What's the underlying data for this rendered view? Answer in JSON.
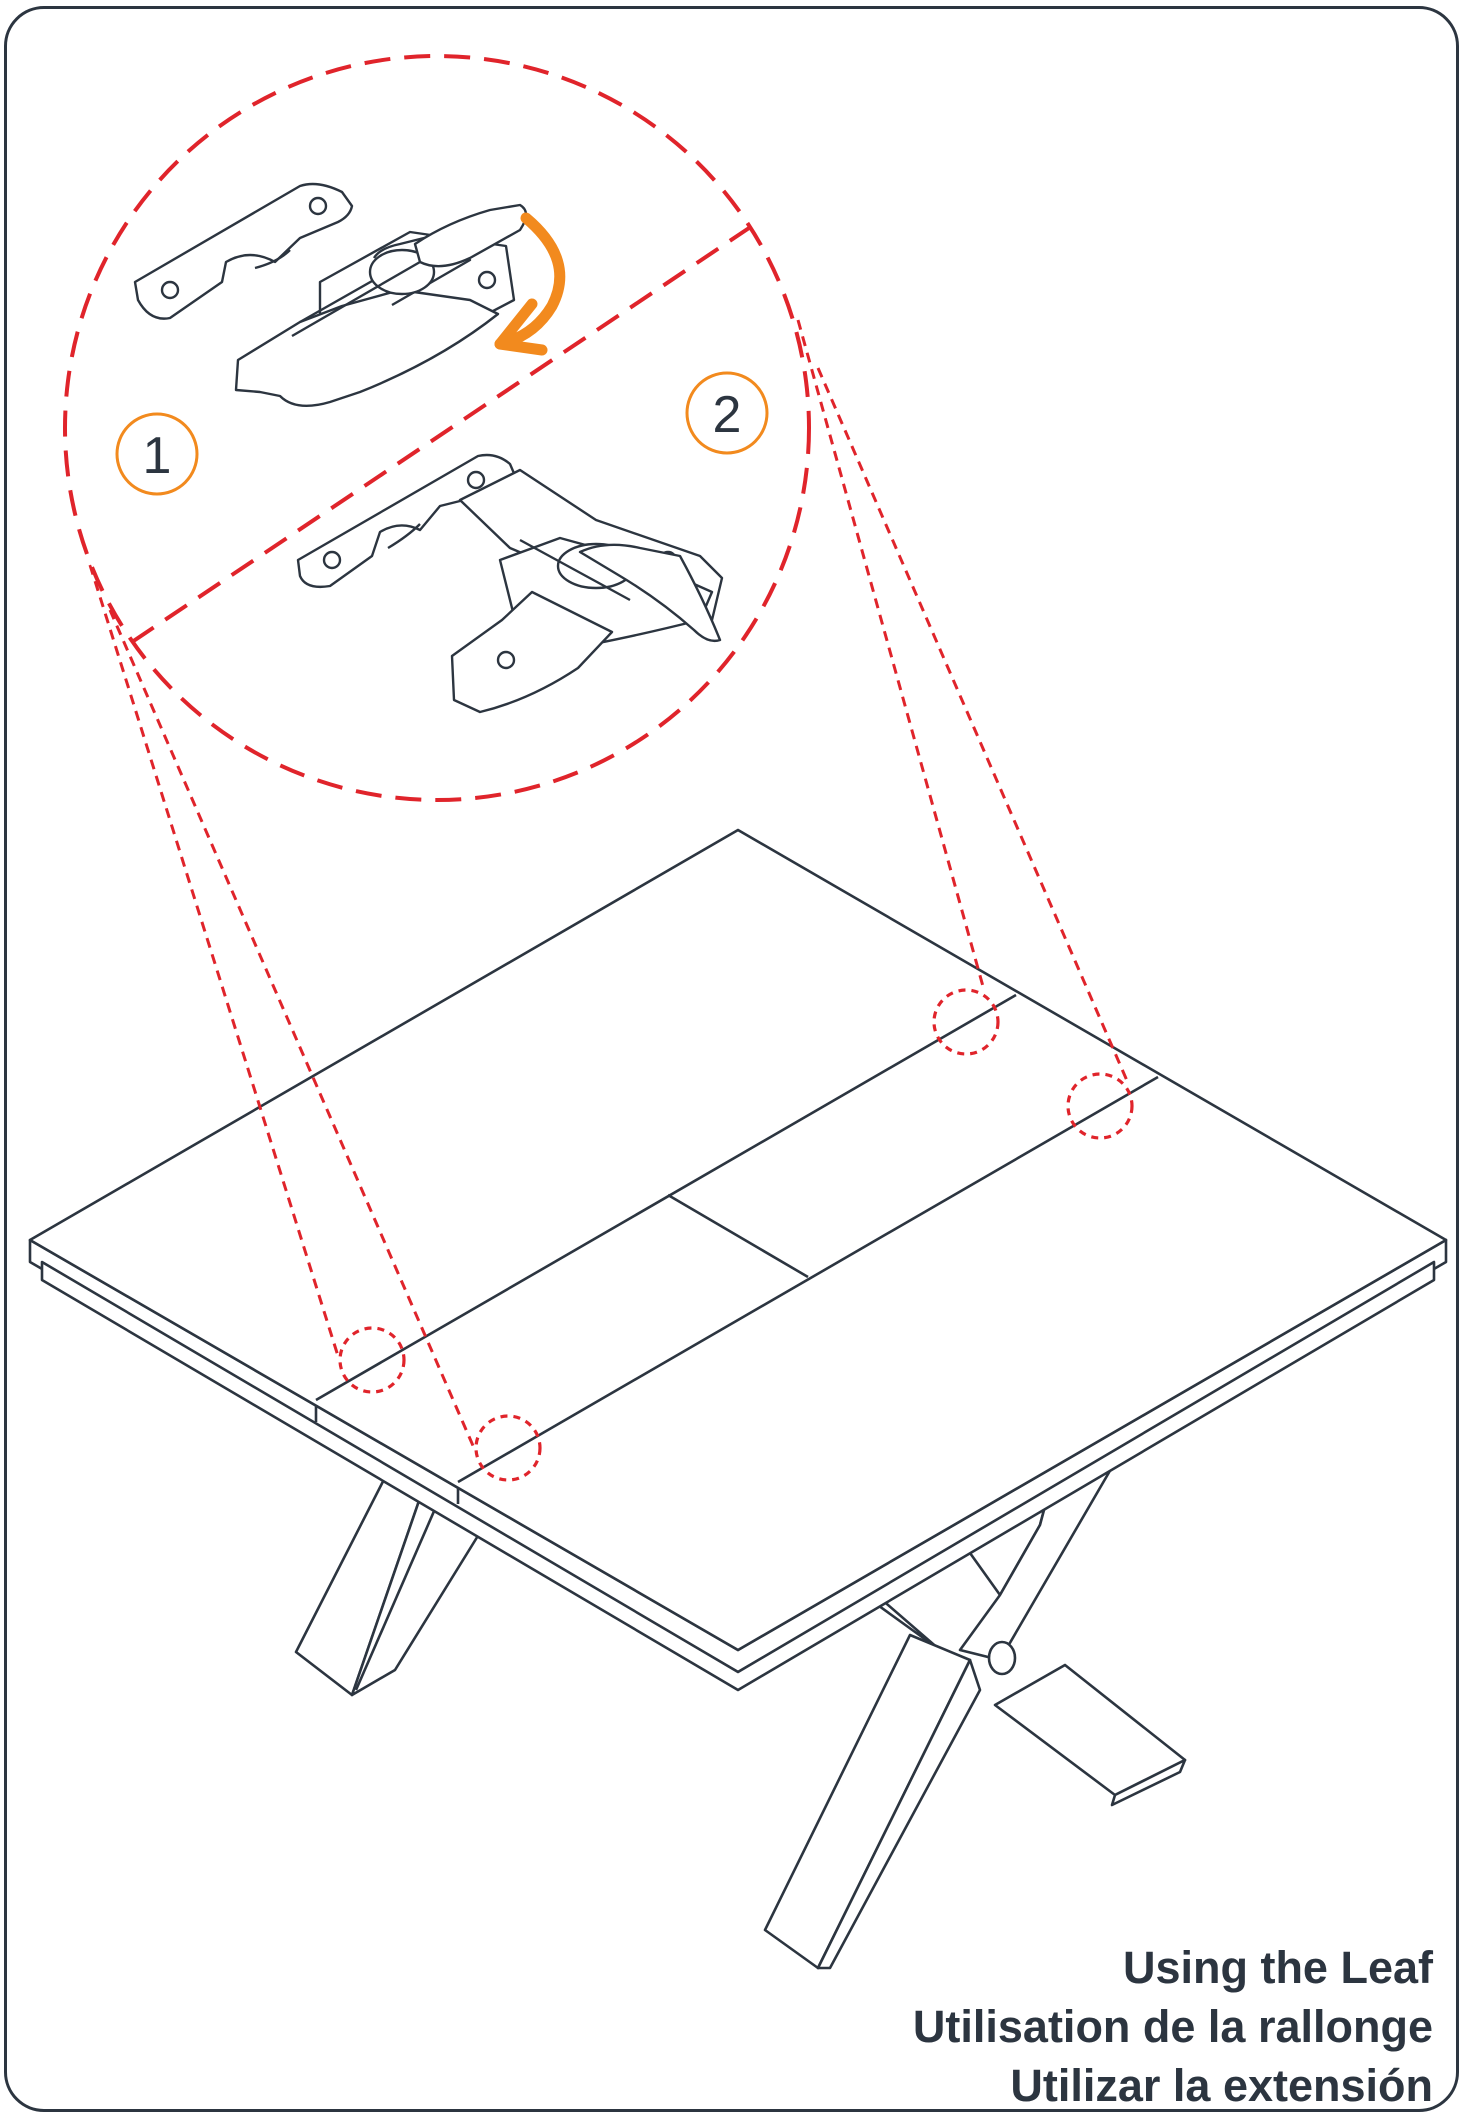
{
  "steps": [
    "1",
    "2"
  ],
  "titles": {
    "en": "Using the Leaf",
    "fr": "Utilisation de la rallonge",
    "es": "Utilizar la extensión"
  },
  "colors": {
    "line": "#2c3540",
    "callout": "#e0242b",
    "accent": "#f28a1e"
  }
}
